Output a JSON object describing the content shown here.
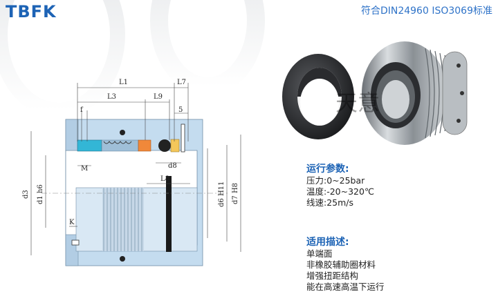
{
  "brand": "TBFK",
  "standard": "符合DIN24960  ISO3069标准",
  "watermark": "天意",
  "drawing": {
    "labels": {
      "L1": "L1",
      "L7": "L7",
      "L3": "L3",
      "L9": "L9",
      "f": "f",
      "5": "5",
      "M": "M",
      "d8": "d8",
      "L8": "L8",
      "d3": "d3",
      "d1h6": "d1 h6",
      "d6H11": "d6  H11",
      "d7H8": "d7  H8",
      "K": "K"
    }
  },
  "params": {
    "title": "运行参数:",
    "lines": [
      "压力:0~25bar",
      "温度:-20~320℃",
      "线速:25m/s"
    ]
  },
  "applications": {
    "title": "适用描述:",
    "lines": [
      "单端面",
      "非橡胶辅助圈材料",
      "增强扭距结构",
      "能在高速高温下运行"
    ]
  },
  "colors": {
    "brand": "#1d63b5",
    "part_blue": "#b9d4ea",
    "accent_orange": "#f0883a",
    "accent_cyan": "#33b6d6"
  }
}
